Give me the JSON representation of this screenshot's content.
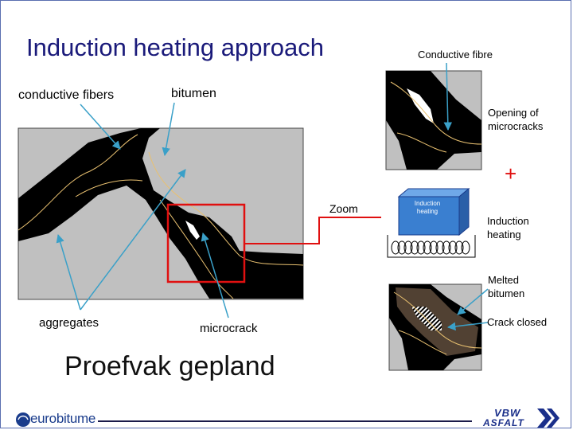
{
  "slide": {
    "title": "Induction heating approach",
    "subtitle": "Proefvak gepland"
  },
  "labels": {
    "conductive_fibers": "conductive fibers",
    "bitumen": "bitumen",
    "conductive_fibre": "Conductive fibre",
    "opening_of_microcracks": "Opening of\nmicrocracks",
    "plus": "+",
    "zoom": "Zoom",
    "induction_heating_box": "Induction\nheating",
    "induction_heating": "Induction\nheating",
    "melted_bitumen": "Melted\nbitumen",
    "crack_closed": "Crack closed",
    "aggregates": "aggregates",
    "microcrack": "microcrack"
  },
  "logos": {
    "eurobitume": "eurobitume",
    "vbw_line1": "VBW",
    "vbw_line2": "ASFALT"
  },
  "colors": {
    "title": "#1a1a7a",
    "arrow": "#3aa0c8",
    "zoom_box": "#e01010",
    "aggregate": "#c0c0c0",
    "bitumen": "#000000",
    "fibre": "#e8c070",
    "induction_box": "#3a7fd0",
    "melted_bitumen": "#5a4838"
  }
}
